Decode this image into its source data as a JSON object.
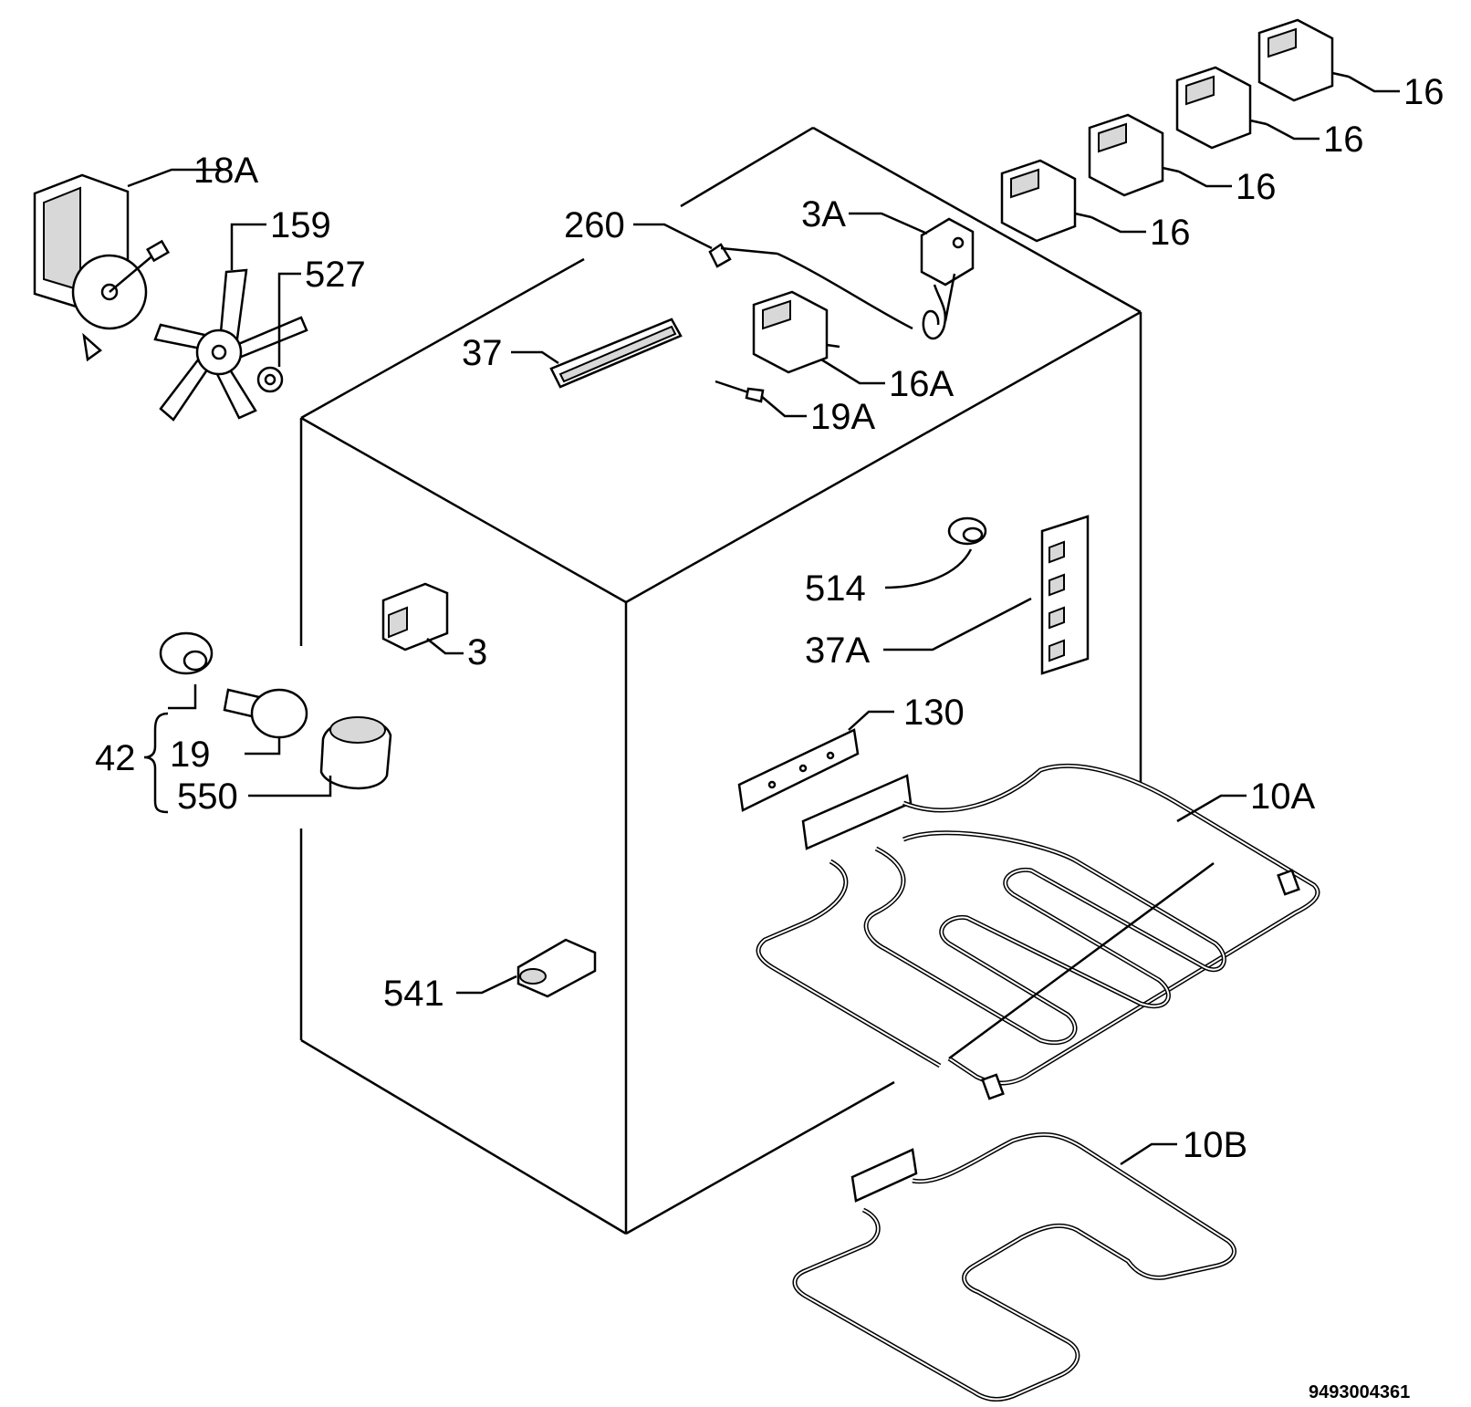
{
  "labels": {
    "l18a": "18A",
    "l159": "159",
    "l527": "527",
    "l260": "260",
    "l3a": "3A",
    "l16_1": "16",
    "l16_2": "16",
    "l16_3": "16",
    "l16_4": "16",
    "l37": "37",
    "l16a": "16A",
    "l19a": "19A",
    "l514": "514",
    "l37a": "37A",
    "l3": "3",
    "l42": "42",
    "l19": "19",
    "l550": "550",
    "l130": "130",
    "l10a": "10A",
    "l541": "541",
    "l10b": "10B"
  },
  "drawing_code": "9493004361"
}
